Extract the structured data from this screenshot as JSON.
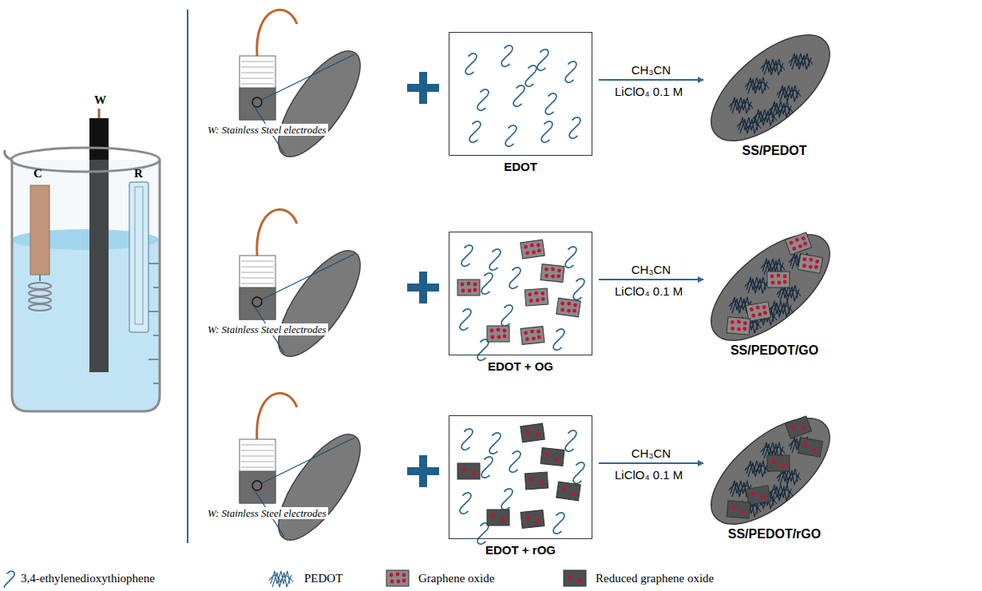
{
  "diagram": {
    "nodes": [
      {
        "text": [
          "EDOT"
        ]
      },
      {
        "text": [
          "SS/PEDOT"
        ]
      },
      {
        "text": [
          "EDOT + OG"
        ]
      },
      {
        "text": [
          "SS/PEDOT/GO"
        ]
      },
      {
        "text": [
          "EDOT + rOG"
        ]
      },
      {
        "text": [
          "SS/PEDOT/rGO"
        ]
      }
    ],
    "edges": [
      {
        "from": 0,
        "to": 1,
        "arrow": "to",
        "label": "CH₃CN"
      },
      {
        "from": 2,
        "to": 3,
        "arrow": "to",
        "label": "CH₃CN"
      },
      {
        "from": 4,
        "to": 5,
        "arrow": "to",
        "label": "CH₃CN"
      }
    ],
    "labels": [
      "C",
      "W",
      "R",
      "W: Stainless Steel electrodes",
      "W: Stainless Steel electrodes",
      "W: Stainless Steel electrodes",
      "LiClO₄ 0.1 M",
      "LiClO₄ 0.1 M",
      "LiClO₄ 0.1 M"
    ],
    "legend": [
      {
        "text": "3,4-ethylenedioxythiophene"
      },
      {
        "text": "PEDOT"
      },
      {
        "text": "Graphene oxide"
      },
      {
        "text": "Reduced graphene oxide"
      }
    ]
  }
}
